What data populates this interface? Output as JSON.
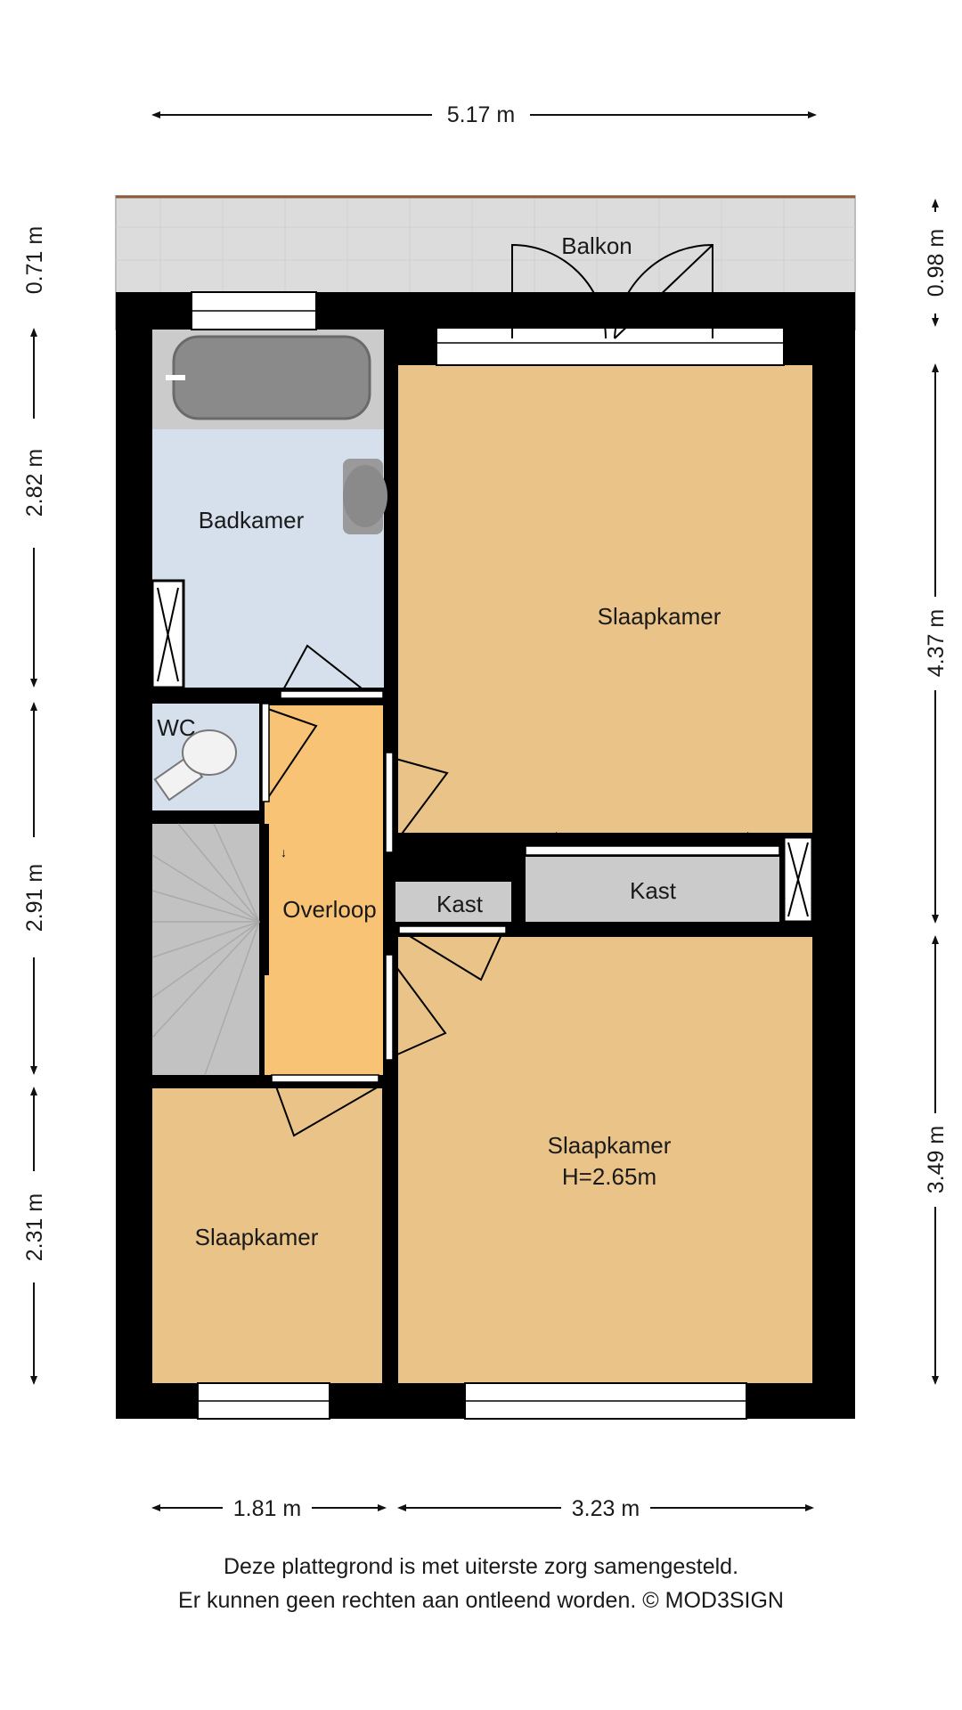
{
  "dimensions": {
    "top_width": "5.17 m",
    "bottom_left": "1.81 m",
    "bottom_right": "3.23 m",
    "left_1": "0.71 m",
    "left_2": "2.82 m",
    "left_3": "2.91 m",
    "left_4": "2.31 m",
    "right_1": "0.98 m",
    "right_2": "4.37 m",
    "right_3": "3.49 m"
  },
  "rooms": {
    "balkon": "Balkon",
    "badkamer": "Badkamer",
    "slaapkamer_top": "Slaapkamer",
    "wc": "WC",
    "overloop": "Overloop",
    "kast_small": "Kast",
    "kast_large": "Kast",
    "slaapkamer_main": "Slaapkamer",
    "slaapkamer_main_height": "H=2.65m",
    "slaapkamer_small": "Slaapkamer"
  },
  "disclaimer": {
    "line1": "Deze plattegrond is met uiterste zorg samengesteld.",
    "line2": "Er kunnen geen rechten aan ontleend worden. © MOD3SIGN"
  },
  "colors": {
    "wall": "#000000",
    "bedroom": "#e9c387",
    "landing": "#f8c375",
    "bathroom": "#d5e0ec",
    "storage": "#cbcbcb",
    "balcony": "#dcdcdc",
    "stairs": "#c2c2c2"
  }
}
